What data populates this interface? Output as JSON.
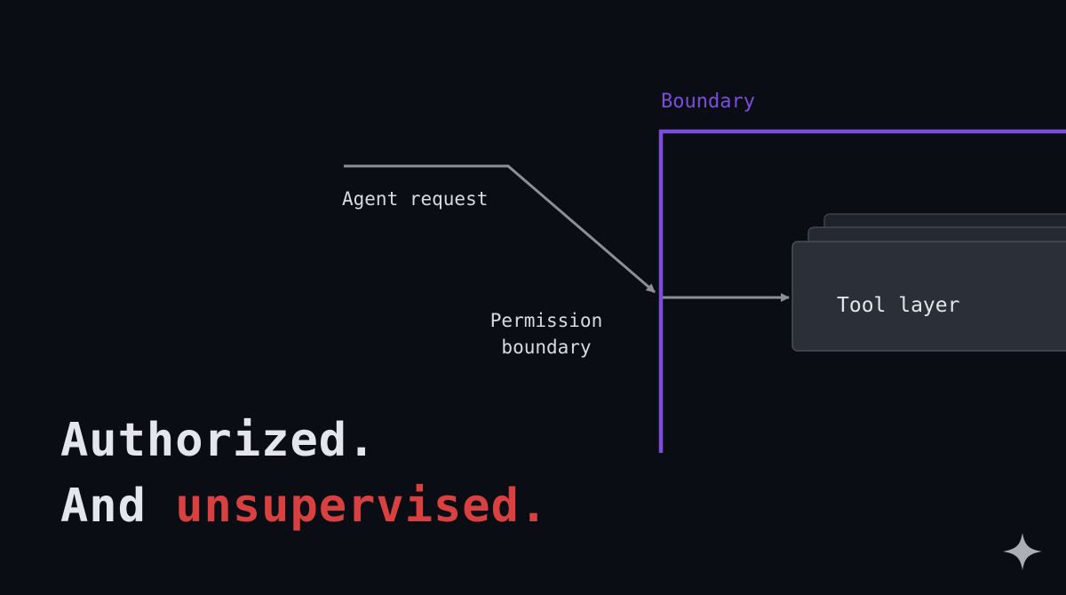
{
  "labels": {
    "boundary": "Boundary",
    "agent_request": "Agent request",
    "permission_boundary_line1": "Permission",
    "permission_boundary_line2": "boundary",
    "tool_layer": "Tool layer"
  },
  "headline": {
    "line1": "Authorized.",
    "line2_prefix": "And ",
    "line2_emphasis": "unsupervised."
  },
  "colors": {
    "background": "#0b0d14",
    "boundary": "#7c4ddb",
    "arrow": "#8c8f97",
    "emphasis": "#d94141",
    "card_fill": "#2b2f38",
    "card_border": "#4a4e58"
  },
  "icons": {
    "corner": "sparkle-icon"
  }
}
